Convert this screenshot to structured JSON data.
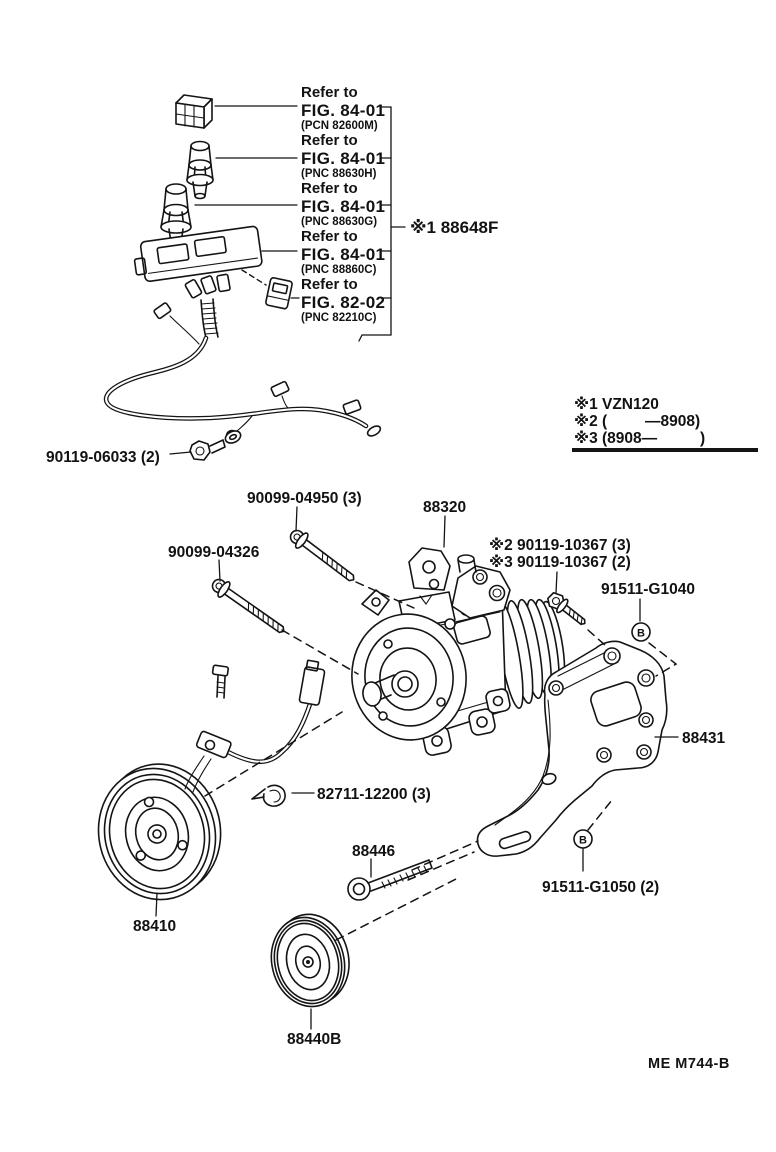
{
  "diagram": {
    "refer_labels": [
      {
        "prefix": "Refer to",
        "fig": "FIG. 84-01",
        "code": "(PCN 82600M)"
      },
      {
        "prefix": "Refer to",
        "fig": "FIG. 84-01",
        "code": "(PNC 88630H)"
      },
      {
        "prefix": "Refer to",
        "fig": "FIG. 84-01",
        "code": "(PNC 88630G)"
      },
      {
        "prefix": "Refer to",
        "fig": "FIG. 84-01",
        "code": "(PNC 88860C)"
      },
      {
        "prefix": "Refer to",
        "fig": "FIG. 82-02",
        "code": "(PNC 82210C)"
      }
    ],
    "harness_assy_label": "※1 88648F",
    "legend": {
      "row1": "※1 VZN120",
      "row2_open": "※2 (",
      "row2_close": "—8908)",
      "row3_open": "※3 (8908—",
      "row3_close": ")"
    },
    "parts": {
      "bolt_06033": "90119-06033 (2)",
      "bolt_04950": "90099-04950 (3)",
      "compressor": "88320",
      "bolt_04326": "90099-04326",
      "bolt_10367_vzn2": "※2 90119-10367 (3)",
      "bolt_10367_vzn3": "※3 90119-10367 (2)",
      "stud_g1040": "91511-G1040",
      "bracket": "88431",
      "clamp": "82711-12200 (3)",
      "bolt_88446": "88446",
      "stud_g1050": "91511-G1050 (2)",
      "magnet_clutch": "88410",
      "idler_pulley": "88440B"
    },
    "marker_b": "B",
    "drawing_code": "ME M744-B"
  }
}
